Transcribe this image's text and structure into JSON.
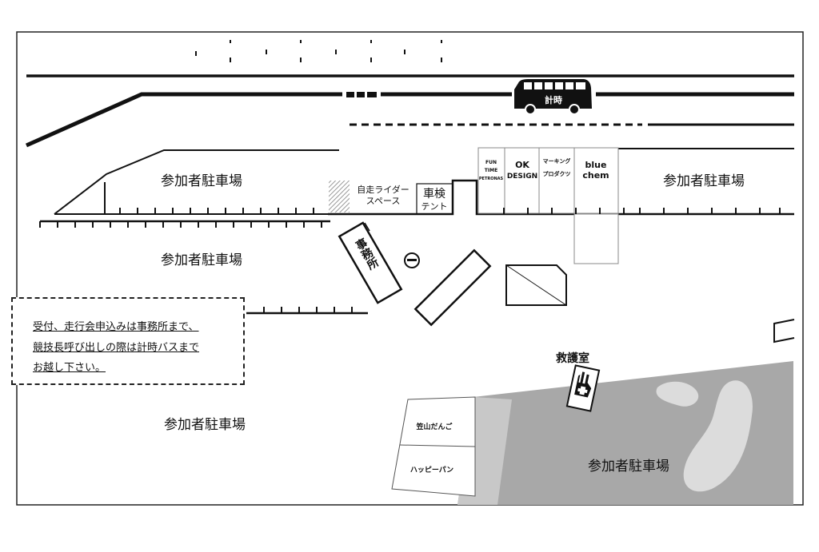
{
  "labels": {
    "parking": "参加者駐車場",
    "rider_space_1": "自走ライダー",
    "rider_space_2": "スペース",
    "inspection": "車検",
    "tent": "テント",
    "office": "事務所",
    "first_aid": "救護室",
    "timer_bus": "計時",
    "booth_funtime_1": "FUN",
    "booth_funtime_2": "TIME",
    "booth_funtime_3": "PETRONAS",
    "booth_ok_1": "OK",
    "booth_ok_2": "DESIGN",
    "booth_marking_1": "マーキング",
    "booth_marking_2": "プロダクツ",
    "booth_blue_1": "blue",
    "booth_blue_2": "chem",
    "booth_kasayama": "笠山だんご",
    "booth_happy": "ハッピーパン"
  },
  "notice": {
    "line1": "受付、走行会申込みは事務所まで、",
    "line2": "競技長呼び出しの際は計時バスまで",
    "line3": "お越し下さい。"
  },
  "icons": [
    "bus-icon",
    "smoking-area-icon",
    "first-aid-icon"
  ],
  "colors": {
    "line": "#111111",
    "grey_area": "#a8a8a8",
    "light_grey_area": "#c8c8c8",
    "pale_grey": "#dddddd",
    "hatch": "#999999"
  }
}
